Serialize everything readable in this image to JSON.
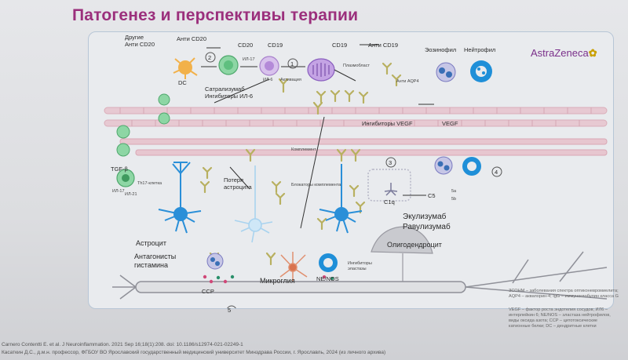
{
  "slide": {
    "title": "Патогенез и перспективы терапии",
    "logo": "AstraZeneca",
    "colors": {
      "title": "#9b2f7c",
      "frame": "#b7c6d6",
      "vessel": "#d9a7b4",
      "astrocyte": "#2a8fd8",
      "antibody": "#b8b060",
      "cell_green": "#6cc48a",
      "cell_purple": "#b88ad6",
      "neutrophil": "#1f8fd8"
    }
  },
  "labels": {
    "other_anti_cd20": "Другие\nАнти CD20",
    "anti_cd20": "Анти CD20",
    "cd20": "CD20",
    "cd19": "CD19",
    "cd19_right": "CD19",
    "anti_cd19": "Анти CD19",
    "eosinophil": "Эозинофил",
    "neutrophil": "Нейтрофил",
    "dc": "DC",
    "satralizumab": "Сатрализумаб\nИнгибиторы ИЛ-6",
    "anti_aqp4": "Анти AQP4",
    "vegf_inhibitors": "Ингибиторы VEGF",
    "vegf": "VEGF",
    "tgf": "TGF-β",
    "complement": "Комплемент",
    "c1q": "C1q",
    "c5": "C5",
    "c5a": "5a",
    "c5b": "5b",
    "eculizumab": "Экулизумаб",
    "ravulizumab": "Равулизумаб",
    "astrocyte_loss": "Потеря\nастроцита",
    "astrocyte": "Астроцит",
    "antihistamine": "Антагонисты\nгистамина",
    "microglia": "Микроглия",
    "ne_nos": "NE/NOS",
    "ne_inhibitors": "Ингибиторы\nэластазы",
    "oligodendrocyte": "Олигодендроцит",
    "ccr": "CCP",
    "plasmablast": "Плазмобласт",
    "th17": "Th17-клетка",
    "il6": "ИЛ-6",
    "il17": "ИЛ-17",
    "il21": "ИЛ-21",
    "il17b": "ИЛ-17",
    "activation": "Активация",
    "complement_blockers": "Блокаторы комплемента",
    "step1": "1",
    "step2": "2",
    "step3": "3",
    "step4": "4",
    "step5": "5"
  },
  "legend": {
    "abbr1": "ЗСОНМ – заболевания спектра оптиконевромиелита; AQP4 – аквапорин-4; IgG – иммуноглобулин класса G",
    "abbr2": "VEGF – фактор роста эндотелия сосудов; ИЛ6 – интерлейкин 6; NE/NOS – эластаза нейтрофилов, виды оксида азота; CCP – цитотоксические катионные белки; DC – дендритные клетки"
  },
  "citation": {
    "line1": "Carnero Contentti E. et al. J Neuroinflammation. 2021 Sep 16;18(1):208. doi: 10.1186/s12974-021-02249-1",
    "line2": "Касаткин Д.С., д.м.н. профессор, ФГБОУ ВО Ярославский государственный медицинский университет Минздрава России, г. Ярославль, 2024 (из личного архива)"
  }
}
